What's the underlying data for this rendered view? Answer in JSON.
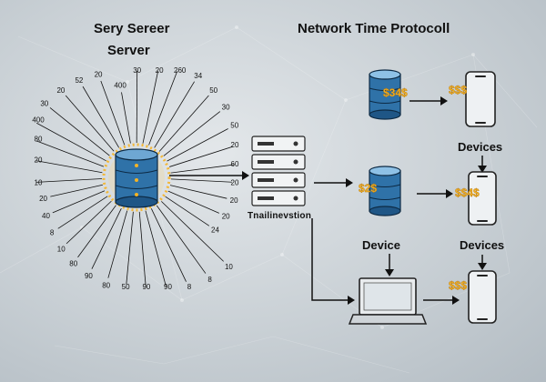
{
  "titles": {
    "left_line1": "Sery Sereer",
    "left_line2": "Server",
    "right": "Network Time Protocoll"
  },
  "labels": {
    "rack": "Tnailinevstion",
    "devices_top": "Devices",
    "device_mid": "Device",
    "devices_bottom": "Devices"
  },
  "badges": {
    "db1": "$34$",
    "phone1": "$$$",
    "db2": "$2$",
    "phone2": "$$4$",
    "phone3": "$$$"
  },
  "ray_labels": [
    "400",
    "30",
    "20",
    "260",
    "34",
    "50",
    "30",
    "50",
    "20",
    "60",
    "20",
    "20",
    "20",
    "24",
    "10",
    "8",
    "8",
    "90",
    "90",
    "50",
    "80",
    "90",
    "80",
    "10",
    "8",
    "40",
    "20",
    "10",
    "20",
    "80",
    "400",
    "30",
    "20",
    "52",
    "20"
  ],
  "colors": {
    "accent_gold": "#f5b324",
    "db_blue": "#2f72a8",
    "db_dark": "#163e60",
    "line": "#111111"
  }
}
